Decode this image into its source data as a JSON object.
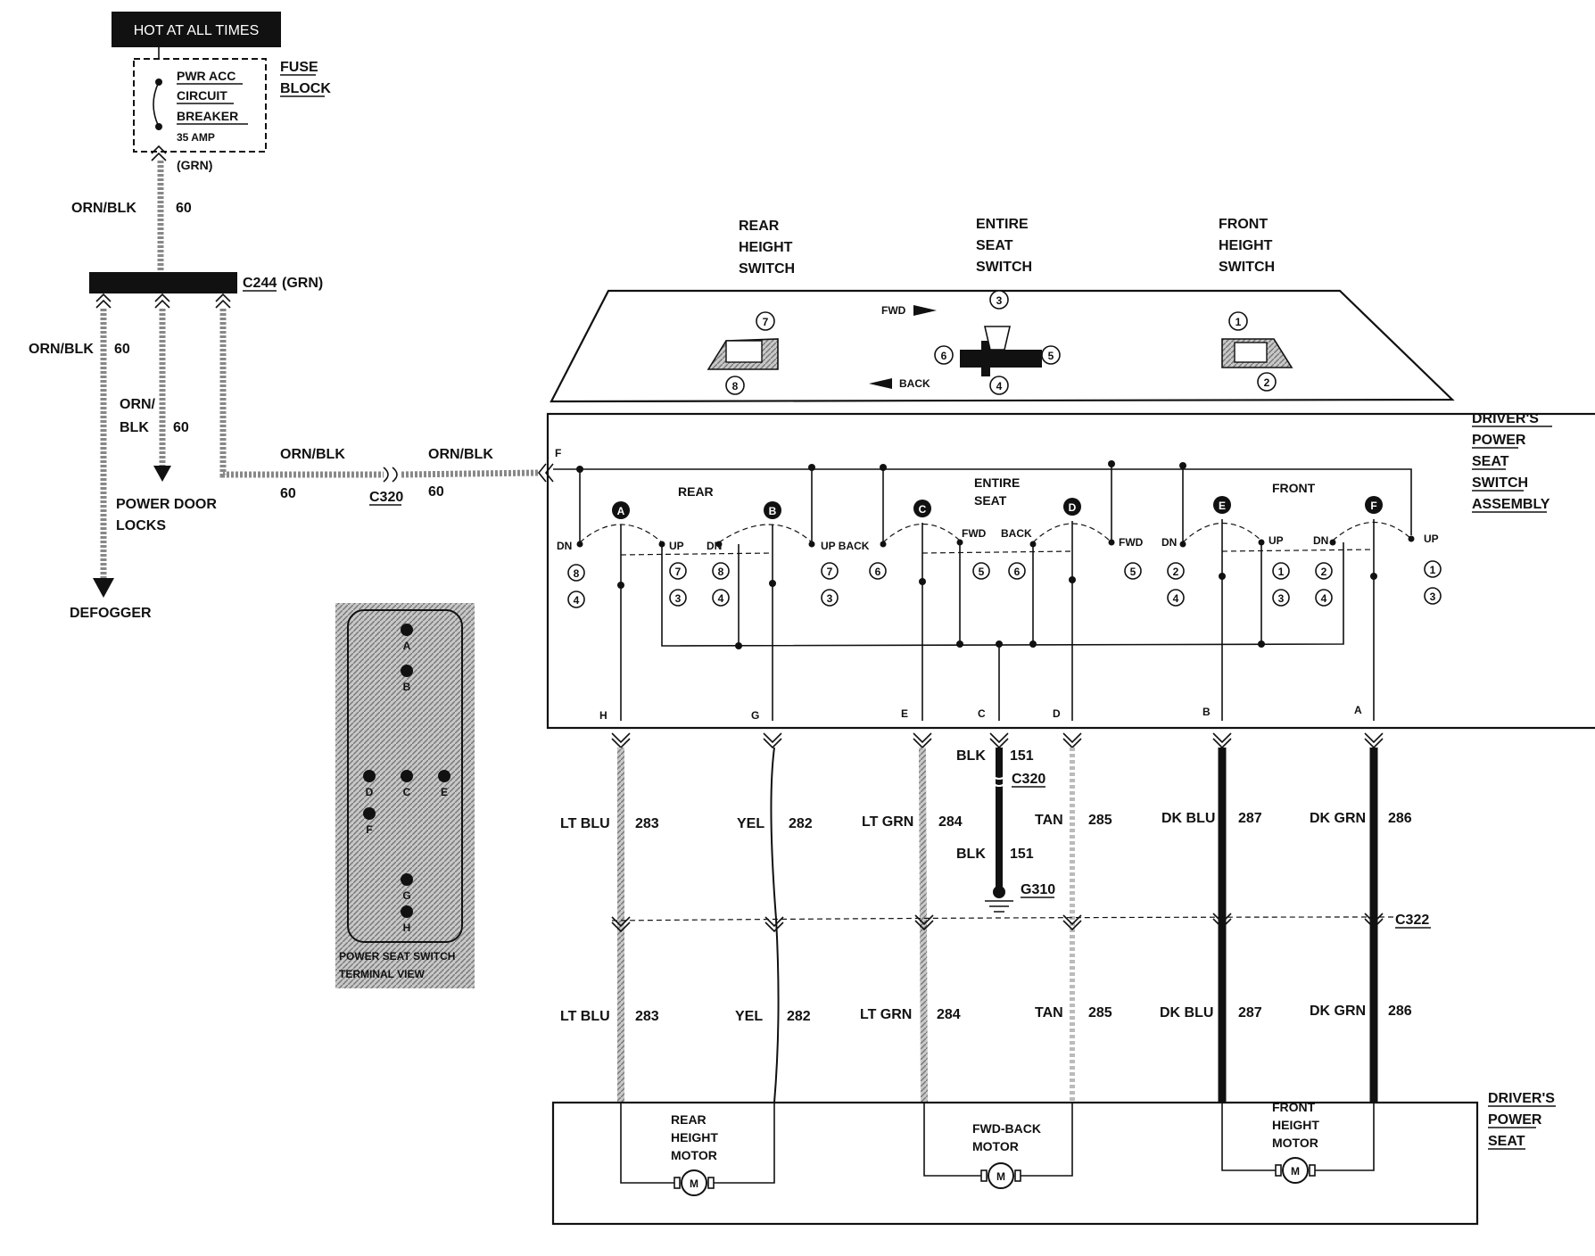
{
  "power": {
    "hot_label": "HOT AT ALL TIMES",
    "breaker_line1": "PWR ACC",
    "breaker_line2": "CIRCUIT",
    "breaker_line3": "BREAKER",
    "breaker_rating": "35 AMP",
    "breaker_connector_color": "(GRN)",
    "fuse_block_line1": "FUSE",
    "fuse_block_line2": "BLOCK"
  },
  "feed": {
    "wire_color": "ORN/BLK",
    "circuit": "60",
    "splice": "C244",
    "splice_color": "(GRN)"
  },
  "branches": {
    "defogger_wire": "ORN/BLK",
    "defogger_circuit": "60",
    "defogger_label": "DEFOGGER",
    "door_wire_line1": "ORN/",
    "door_wire_line2": "BLK",
    "door_circuit": "60",
    "door_label_line1": "POWER DOOR",
    "door_label_line2": "LOCKS",
    "seat_wire_left": "ORN/BLK",
    "seat_circuit_left": "60",
    "seat_connector": "C320",
    "seat_wire_right": "ORN/BLK",
    "seat_circuit_right": "60"
  },
  "switch_top": {
    "rear_line1": "REAR",
    "rear_line2": "HEIGHT",
    "rear_line3": "SWITCH",
    "entire_line1": "ENTIRE",
    "entire_line2": "SEAT",
    "entire_line3": "SWITCH",
    "front_line1": "FRONT",
    "front_line2": "HEIGHT",
    "front_line3": "SWITCH",
    "fwd": "FWD",
    "back": "BACK",
    "pins": {
      "p7": "7",
      "p8": "8",
      "p3": "3",
      "p4": "4",
      "p5": "5",
      "p6": "6",
      "p1": "1",
      "p2": "2"
    }
  },
  "switch_assembly": {
    "label_line1": "DRIVER'S",
    "label_line2": "POWER",
    "label_line3": "SEAT",
    "label_line4": "SWITCH",
    "label_line5": "ASSEMBLY",
    "input_terminal": "F",
    "rear_label": "REAR",
    "entire_label_line1": "ENTIRE",
    "entire_label_line2": "SEAT",
    "front_label": "FRONT",
    "contacts": [
      "A",
      "B",
      "C",
      "D",
      "E",
      "F"
    ],
    "positions": {
      "dn": "DN",
      "up": "UP",
      "up_back": "UP BACK",
      "fwd": "FWD",
      "back": "BACK",
      "fwd2": "FWD"
    },
    "pin_numbers": {
      "n8": "8",
      "n4": "4",
      "n7": "7",
      "n3": "3",
      "n6": "6",
      "n5": "5",
      "n2": "2",
      "n1": "1"
    },
    "terminals": {
      "h": "H",
      "g": "G",
      "e": "E",
      "c": "C",
      "d": "D",
      "b": "B",
      "a": "A"
    }
  },
  "ground": {
    "wire_color": "BLK",
    "circuit": "151",
    "connector": "C320",
    "ground_point": "G310"
  },
  "harness": {
    "connector": "C322",
    "wires": [
      {
        "color": "LT BLU",
        "circuit": "283"
      },
      {
        "color": "YEL",
        "circuit": "282"
      },
      {
        "color": "LT GRN",
        "circuit": "284"
      },
      {
        "color": "TAN",
        "circuit": "285"
      },
      {
        "color": "DK BLU",
        "circuit": "287"
      },
      {
        "color": "DK GRN",
        "circuit": "286"
      }
    ]
  },
  "terminal_view": {
    "label_line1": "POWER SEAT SWITCH",
    "label_line2": "TERMINAL VIEW",
    "pins": {
      "a": "A",
      "b": "B",
      "d": "D",
      "c": "C",
      "e": "E",
      "f": "F",
      "g": "G",
      "h": "H"
    }
  },
  "seat": {
    "label_line1": "DRIVER'S",
    "label_line2": "POWER",
    "label_line3": "SEAT",
    "rear_motor_line1": "REAR",
    "rear_motor_line2": "HEIGHT",
    "rear_motor_line3": "MOTOR",
    "fwd_motor_line1": "FWD-BACK",
    "fwd_motor_line2": "MOTOR",
    "front_motor_line1": "FRONT",
    "front_motor_line2": "HEIGHT",
    "front_motor_line3": "MOTOR",
    "motor_symbol": "M"
  }
}
